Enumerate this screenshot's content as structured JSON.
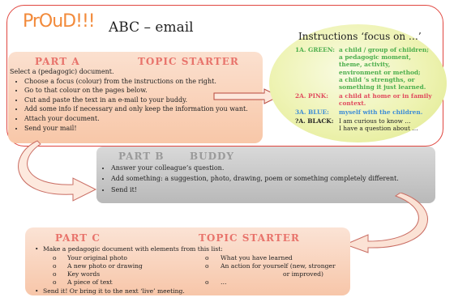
{
  "logo": {
    "text": "PrOuD!!!"
  },
  "title": "ABC – email",
  "partA": {
    "label": "PART A",
    "topic": "TOPIC STARTER",
    "intro": "Select a (pedagogic) document.",
    "items": [
      "Choose a focus (colour) from the instructions on the right.",
      "Go to that colour on the pages below.",
      "Cut and paste the text in an e-mail to your buddy.",
      "Add some info if necessary and only keep the information you want.",
      "Attach your document.",
      "Send your mail!"
    ]
  },
  "instructions": {
    "title": "Instructions  ‘focus on …’",
    "rows": [
      {
        "code": "1A. GREEN:",
        "text": "a child / group of children;\na pedagogic moment,\ntheme, activity,\nenvironment or method;\na child ’s strengths, or\nsomething it just learned.",
        "color": "#4cae4c"
      },
      {
        "code": "2A. PINK:",
        "text": "a child at home or in family\ncontext.",
        "color": "#e04b5e"
      },
      {
        "code": "3A. BLUE:",
        "text": "myself with the children.",
        "color": "#3f8ed6"
      },
      {
        "code": "?A. BLACK:",
        "text": "I am curious to know …\nI have a question about …",
        "color": "#222222"
      }
    ]
  },
  "partB": {
    "label": "PART B",
    "topic": "BUDDY",
    "items": [
      "Answer your colleague’s question.",
      "Add something: a suggestion, photo, drawing, poem or something completely different.",
      "Send it!"
    ]
  },
  "partC": {
    "label": "PART C",
    "topic": "TOPIC STARTER",
    "intro": "Make a pedagogic document with elements from this list:",
    "left_items": [
      "Your original photo",
      "A new photo or drawing",
      "Key words",
      "A piece of text"
    ],
    "right_items": [
      "What you have learned",
      "An action for yourself (new, stronger",
      "or improved)",
      "…"
    ],
    "outro": "Send it! Or bring it to the next ‘live’ meeting.",
    "bullet_circle": "o",
    "bullet_dot": "•"
  },
  "colors": {
    "frame": "#e0463f",
    "orange_box": "#f8c7a8",
    "gray_box": "#bdbdbd",
    "instr": "#eef3b3",
    "heading": "#e8736b"
  }
}
